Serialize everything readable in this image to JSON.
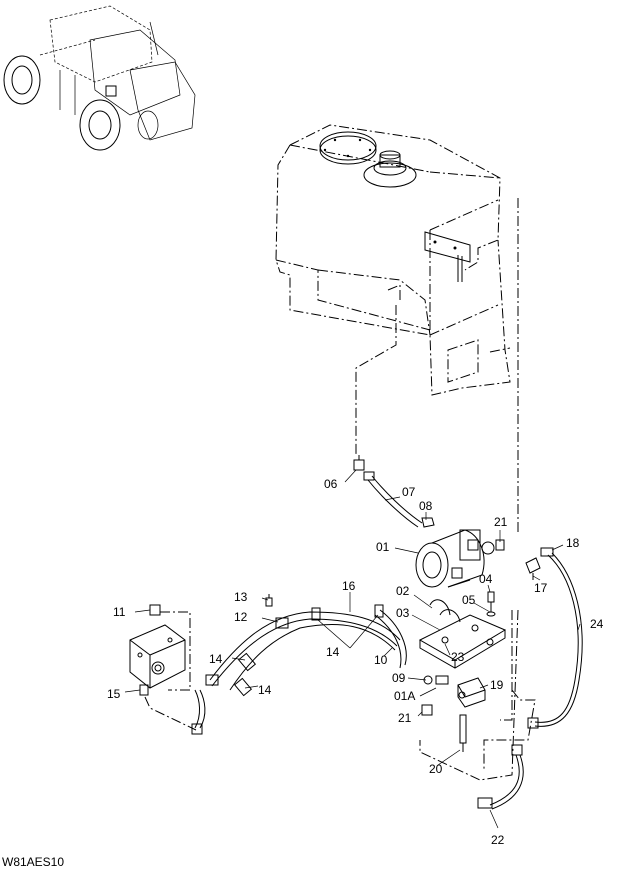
{
  "diagram": {
    "drawing_code": "W81AES10",
    "parts": [
      {
        "id": "p06",
        "label": "06"
      },
      {
        "id": "p07",
        "label": "07"
      },
      {
        "id": "p08",
        "label": "08"
      },
      {
        "id": "p21a",
        "label": "21"
      },
      {
        "id": "p01",
        "label": "01"
      },
      {
        "id": "p18",
        "label": "18"
      },
      {
        "id": "p17",
        "label": "17"
      },
      {
        "id": "p04",
        "label": "04"
      },
      {
        "id": "p05",
        "label": "05"
      },
      {
        "id": "p02",
        "label": "02"
      },
      {
        "id": "p03",
        "label": "03"
      },
      {
        "id": "p13",
        "label": "13"
      },
      {
        "id": "p16",
        "label": "16"
      },
      {
        "id": "p11",
        "label": "11"
      },
      {
        "id": "p12",
        "label": "12"
      },
      {
        "id": "p24",
        "label": "24"
      },
      {
        "id": "p14a",
        "label": "14"
      },
      {
        "id": "p14b",
        "label": "14"
      },
      {
        "id": "p14c",
        "label": "14"
      },
      {
        "id": "p10",
        "label": "10"
      },
      {
        "id": "p23",
        "label": "23"
      },
      {
        "id": "p09",
        "label": "09"
      },
      {
        "id": "p19",
        "label": "19"
      },
      {
        "id": "p01A",
        "label": "01A"
      },
      {
        "id": "p15",
        "label": "15"
      },
      {
        "id": "p21b",
        "label": "21"
      },
      {
        "id": "p20",
        "label": "20"
      },
      {
        "id": "p22",
        "label": "22"
      }
    ]
  }
}
